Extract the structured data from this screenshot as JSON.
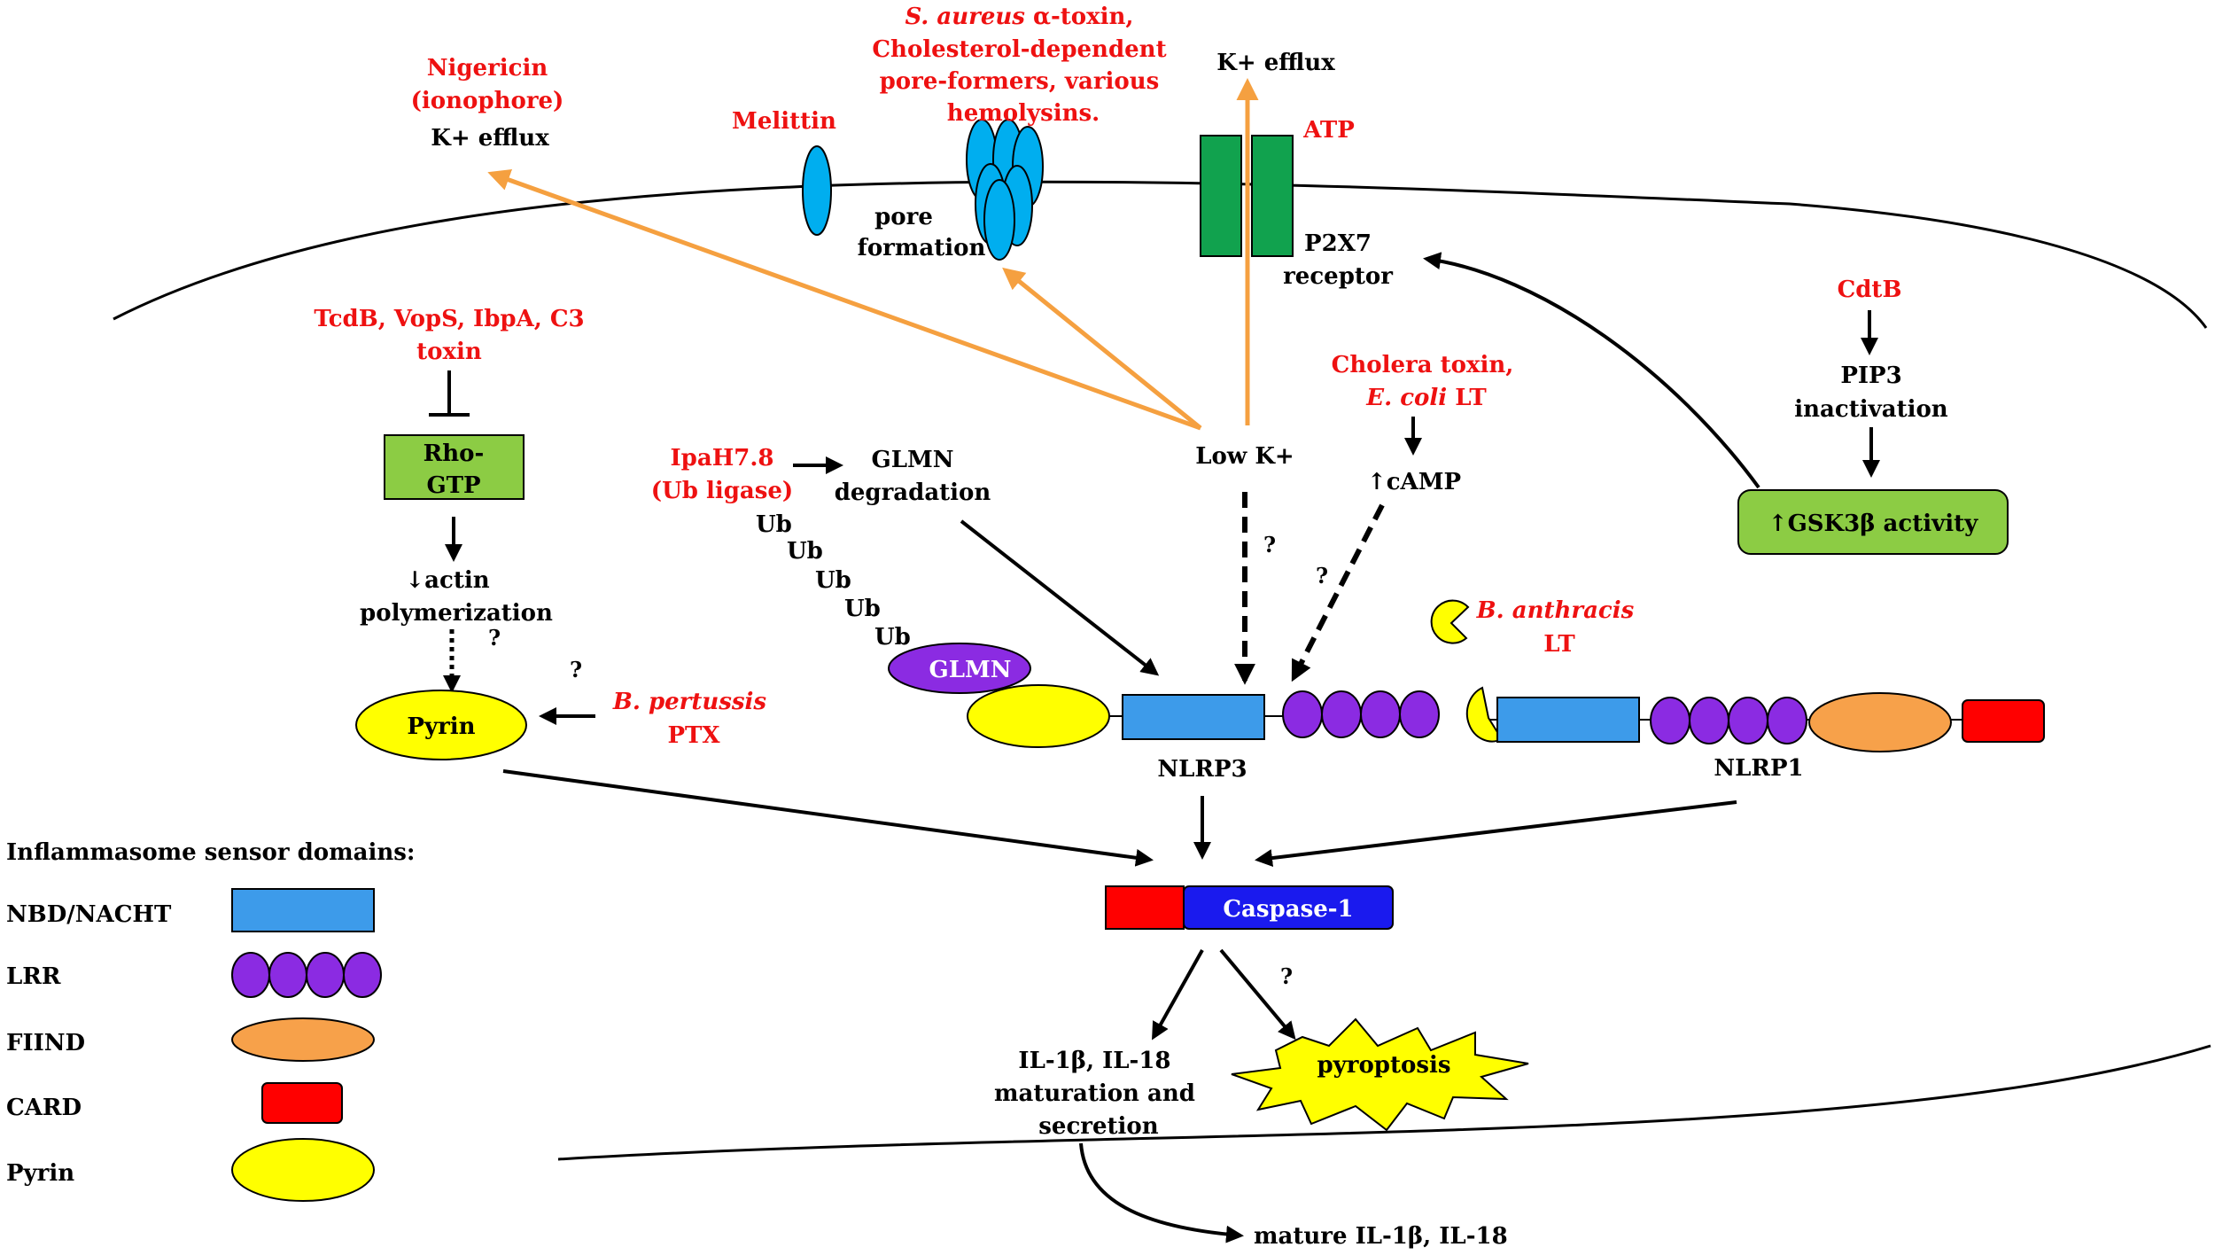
{
  "colors": {
    "toxin_red": "#ee1111",
    "efflux_orange": "#f5a040",
    "nacht_blue": "#3d9bea",
    "lrr_purple": "#8b2be2",
    "fiind_orange": "#f7a14a",
    "card_red": "#ff0000",
    "pyrin_yellow": "#ffff00",
    "box_green": "#8ccc44",
    "p2x7_green": "#11a24e",
    "caspase_blue": "#1a1aee"
  },
  "toxins": {
    "nigericin": [
      "Nigericin",
      "(ionophore)"
    ],
    "melittin": "Melittin",
    "saureus": {
      "line1_italic": "S. aureus",
      "line1_rest": " α-toxin,",
      "line2": "Cholesterol-dependent",
      "line3": "pore-formers, various",
      "line4": "hemolysins."
    },
    "atp": "ATP",
    "tcdb": [
      "TcdB, VopS, IbpA, C3",
      "toxin"
    ],
    "ipah": [
      "IpaH7.8",
      "(Ub ligase)"
    ],
    "cholera": {
      "line1": "Cholera toxin,",
      "line2_italic": "E. coli",
      "line2_rest": " LT"
    },
    "cdtb": "CdtB",
    "anthracis": {
      "line1_italic": "B. anthracis",
      "line2": "LT"
    },
    "pertussis": {
      "line1_italic": "B. pertussis",
      "line2": "PTX"
    }
  },
  "labels": {
    "k_efflux_left": "K+ efflux",
    "k_efflux_top": "K+ efflux",
    "pore": [
      "pore",
      "formation"
    ],
    "p2x7": [
      "P2X7",
      "receptor"
    ],
    "rho": [
      "Rho-",
      "GTP"
    ],
    "actin": [
      "↓actin",
      "polymerization"
    ],
    "pyrin": "Pyrin",
    "glmn_degradation": [
      "GLMN",
      "degradation"
    ],
    "ub": [
      "Ub",
      "Ub",
      "Ub",
      "Ub",
      "Ub"
    ],
    "glmn": "GLMN",
    "low_k": "Low K+",
    "camp": "↑cAMP",
    "pip3": [
      "PIP3",
      "inactivation"
    ],
    "gsk3b": "↑GSK3β activity",
    "nlrp3": "NLRP3",
    "nlrp1": "NLRP1",
    "caspase": "Caspase-1",
    "il_maturation": [
      "IL-1β, IL-18",
      "maturation and",
      "secretion"
    ],
    "pyroptosis": "pyroptosis",
    "mature_il": "mature IL-1β, IL-18",
    "question": "?"
  },
  "legend": {
    "title": "Inflammasome sensor domains:",
    "items": [
      "NBD/NACHT",
      "LRR",
      "FIIND",
      "CARD",
      "Pyrin"
    ]
  }
}
